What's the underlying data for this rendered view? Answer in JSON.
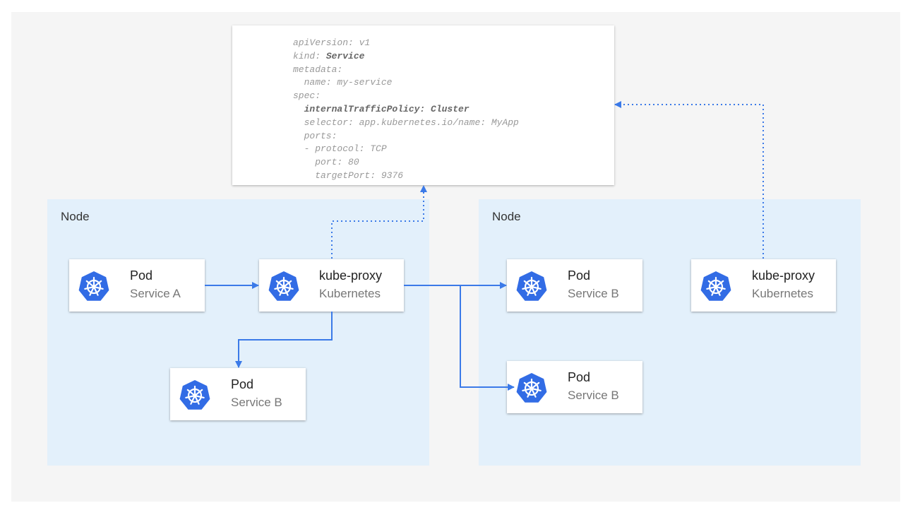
{
  "yaml": {
    "lines": [
      {
        "text": "apiVersion: v1"
      },
      {
        "key": "kind: ",
        "bold": "Service"
      },
      {
        "text": "metadata:"
      },
      {
        "text": "  name: my-service"
      },
      {
        "text": "spec:"
      },
      {
        "bold": "  internalTrafficPolicy: Cluster"
      },
      {
        "text": "  selector: app.kubernetes.io/name: MyApp"
      },
      {
        "text": "  ports:"
      },
      {
        "text": "  - protocol: TCP"
      },
      {
        "text": "    port: 80"
      },
      {
        "text": "    targetPort: 9376"
      }
    ]
  },
  "nodes": [
    {
      "label": "Node"
    },
    {
      "label": "Node"
    }
  ],
  "cards": {
    "podA": {
      "title": "Pod",
      "subtitle": "Service A"
    },
    "proxyLeft": {
      "title": "kube-proxy",
      "subtitle": "Kubernetes"
    },
    "podBLeft": {
      "title": "Pod",
      "subtitle": "Service B"
    },
    "podBRight1": {
      "title": "Pod",
      "subtitle": "Service B"
    },
    "podBRight2": {
      "title": "Pod",
      "subtitle": "Service B"
    },
    "proxyRight": {
      "title": "kube-proxy",
      "subtitle": "Kubernetes"
    }
  },
  "colors": {
    "arrow": "#3b7ae8",
    "kubernetes_blue": "#326ce5",
    "node_bg": "#e3f0fb"
  },
  "icon": "kubernetes-helm-icon"
}
